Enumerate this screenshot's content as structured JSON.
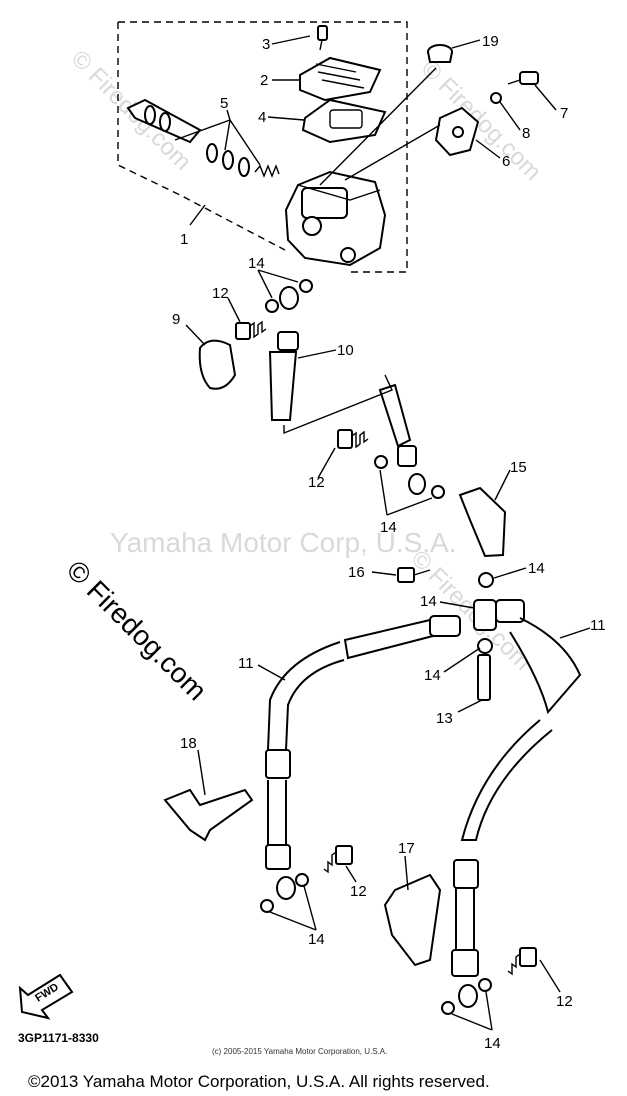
{
  "watermarks": {
    "center": "Yamaha Motor Corp, U.S.A.",
    "firedog_1": "© Firedog.com",
    "firedog_2": "© Firedog.com",
    "firedog_3": "© Firedog.com",
    "firedog_4": "© Firedog.com"
  },
  "labels": {
    "p1": "1",
    "p2": "2",
    "p3": "3",
    "p4": "4",
    "p5": "5",
    "p6": "6",
    "p7": "7",
    "p8": "8",
    "p9": "9",
    "p10": "10",
    "p11a": "11",
    "p11b": "11",
    "p12a": "12",
    "p12b": "12",
    "p12c": "12",
    "p12d": "12",
    "p13": "13",
    "p14a": "14",
    "p14b": "14",
    "p14c": "14",
    "p14d": "14",
    "p14e": "14",
    "p14f": "14",
    "p14g": "14",
    "p15": "15",
    "p16": "16",
    "p17": "17",
    "p18": "18",
    "p19": "19"
  },
  "fwd_label": "FWD",
  "diagram_code": "3GP1171-8330",
  "small_copyright": "(c) 2005-2015 Yamaha Motor Corporation, U.S.A.",
  "copyright": "©2013 Yamaha Motor Corporation, U.S.A. All rights reserved."
}
